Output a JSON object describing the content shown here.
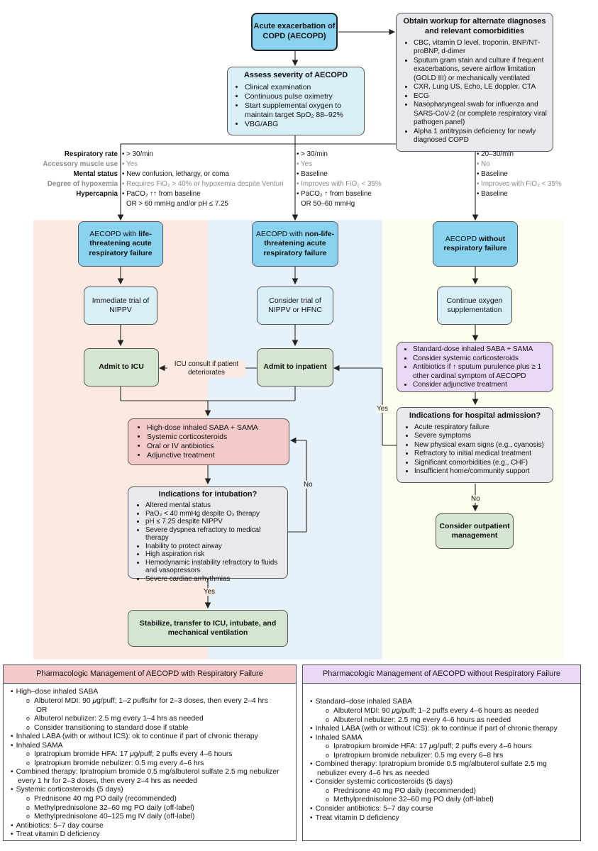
{
  "colors": {
    "red_zone": "#fbe9e2",
    "blue_zone": "#e6f1f9",
    "yellow_zone": "#fdfdf0",
    "box_blue": "#89d3f0",
    "box_lblue": "#d8eff8",
    "box_green": "#d4e6d0",
    "box_red": "#f4c9c9",
    "box_gray": "#e8e9ec",
    "box_lav": "#e8d8f6"
  },
  "start": "Acute exacerbation of COPD (AECOPD)",
  "workup": {
    "title": "Obtain workup for alternate diagnoses and relevant comorbidities",
    "items": [
      "CBC, vitamin D level, troponin, BNP/NT-proBNP, d-dimer",
      "Sputum gram stain and culture if frequent exacerbations, severe airflow limitation (GOLD III) or mechanically ventilated",
      "CXR, Lung US, Echo, LE doppler, CTA",
      "ECG",
      "Nasopharyngeal swab for influenza and SARS-CoV-2 (or complete respiratory viral pathogen panel)",
      "Alpha 1 antitrypsin deficiency for newly diagnosed COPD"
    ]
  },
  "assess": {
    "title": "Assess severity of AECOPD",
    "items": [
      "Clinical examination",
      "Continuous pulse oximetry",
      "Start supplemental oxygen to maintain target SpO₂ 88–92%",
      "VBG/ABG"
    ]
  },
  "criteria": {
    "labels": [
      "Respiratory rate",
      "Accessory muscle use",
      "Mental status",
      "Degree of hypoxemia",
      "Hypercapnia"
    ],
    "col1": [
      "> 30/min",
      "Yes",
      "New confusion, lethargy, or coma",
      "Requires FiO₂ > 40% or hypoxemia despite Venturi",
      "PaCO₂ ↑↑ from baseline",
      "OR > 60 mmHg and/or pH ≤ 7.25"
    ],
    "col2": [
      "> 30/min",
      "Yes",
      "Baseline",
      "Improves with FiO₂ < 35%",
      "PaCO₂ ↑ from baseline",
      "OR 50–60 mmHg"
    ],
    "col3": [
      "20–30/min",
      "No",
      "Baseline",
      "Improves with FiO₂ < 35%",
      "Baseline"
    ]
  },
  "severity": {
    "left_pre": "AECOPD with ",
    "left_bold": "life-threatening acute respiratory failure",
    "mid_pre": "AECOPD with ",
    "mid_bold": "non-life-threatening acute respiratory failure",
    "right_pre": "AECOPD ",
    "right_bold": "without respiratory failure"
  },
  "trial": {
    "left": "Immediate trial of NIPPV",
    "mid": "Consider trial of NIPPV or HFNC",
    "right": "Continue oxygen supplementation"
  },
  "admit": {
    "icu": "Admit to ICU",
    "inpatient": "Admit to inpatient",
    "icu_consult": "ICU consult if patient deteriorates"
  },
  "standard_tx": [
    "Standard-dose inhaled SABA + SAMA",
    "Consider systemic corticosteroids",
    "Antibiotics if ↑ sputum purulence plus ≥ 1 other cardinal symptom of AECOPD",
    "Consider adjunctive treatment"
  ],
  "high_tx": [
    "High-dose inhaled SABA + SAMA",
    "Systemic corticosteroids",
    "Oral or IV antibiotics",
    "Adjunctive treatment"
  ],
  "hosp": {
    "title": "Indications for hospital admission?",
    "items": [
      "Acute respiratory failure",
      "Severe symptoms",
      "New physical exam signs (e.g., cyanosis)",
      "Refractory to initial medical treatment",
      "Significant comorbidities (e.g., CHF)",
      "Insufficient home/community support"
    ]
  },
  "intub": {
    "title": "Indications for intubation?",
    "items": [
      "Altered mental status",
      "PaO₂ < 40 mmHg despite O₂ therapy",
      "pH ≤ 7.25 despite NIPPV",
      "Severe dyspnea refractory to medical therapy",
      "Inability to protect airway",
      "High aspiration risk",
      "Hemodynamic instability refractory to fluids and vasopressors",
      "Severe cardiac arrhythmias"
    ]
  },
  "outpatient": "Consider outpatient management",
  "final": "Stabilize, transfer to ICU, intubate, and mechanical ventilation",
  "edge_labels": {
    "yes1": "Yes",
    "no1": "No",
    "yes2": "Yes",
    "no2": "No"
  },
  "table_left": {
    "title": "Pharmacologic Management of AECOPD with Respiratory Failure"
  },
  "table_right": {
    "title": "Pharmacologic Management of AECOPD without Respiratory Failure"
  }
}
